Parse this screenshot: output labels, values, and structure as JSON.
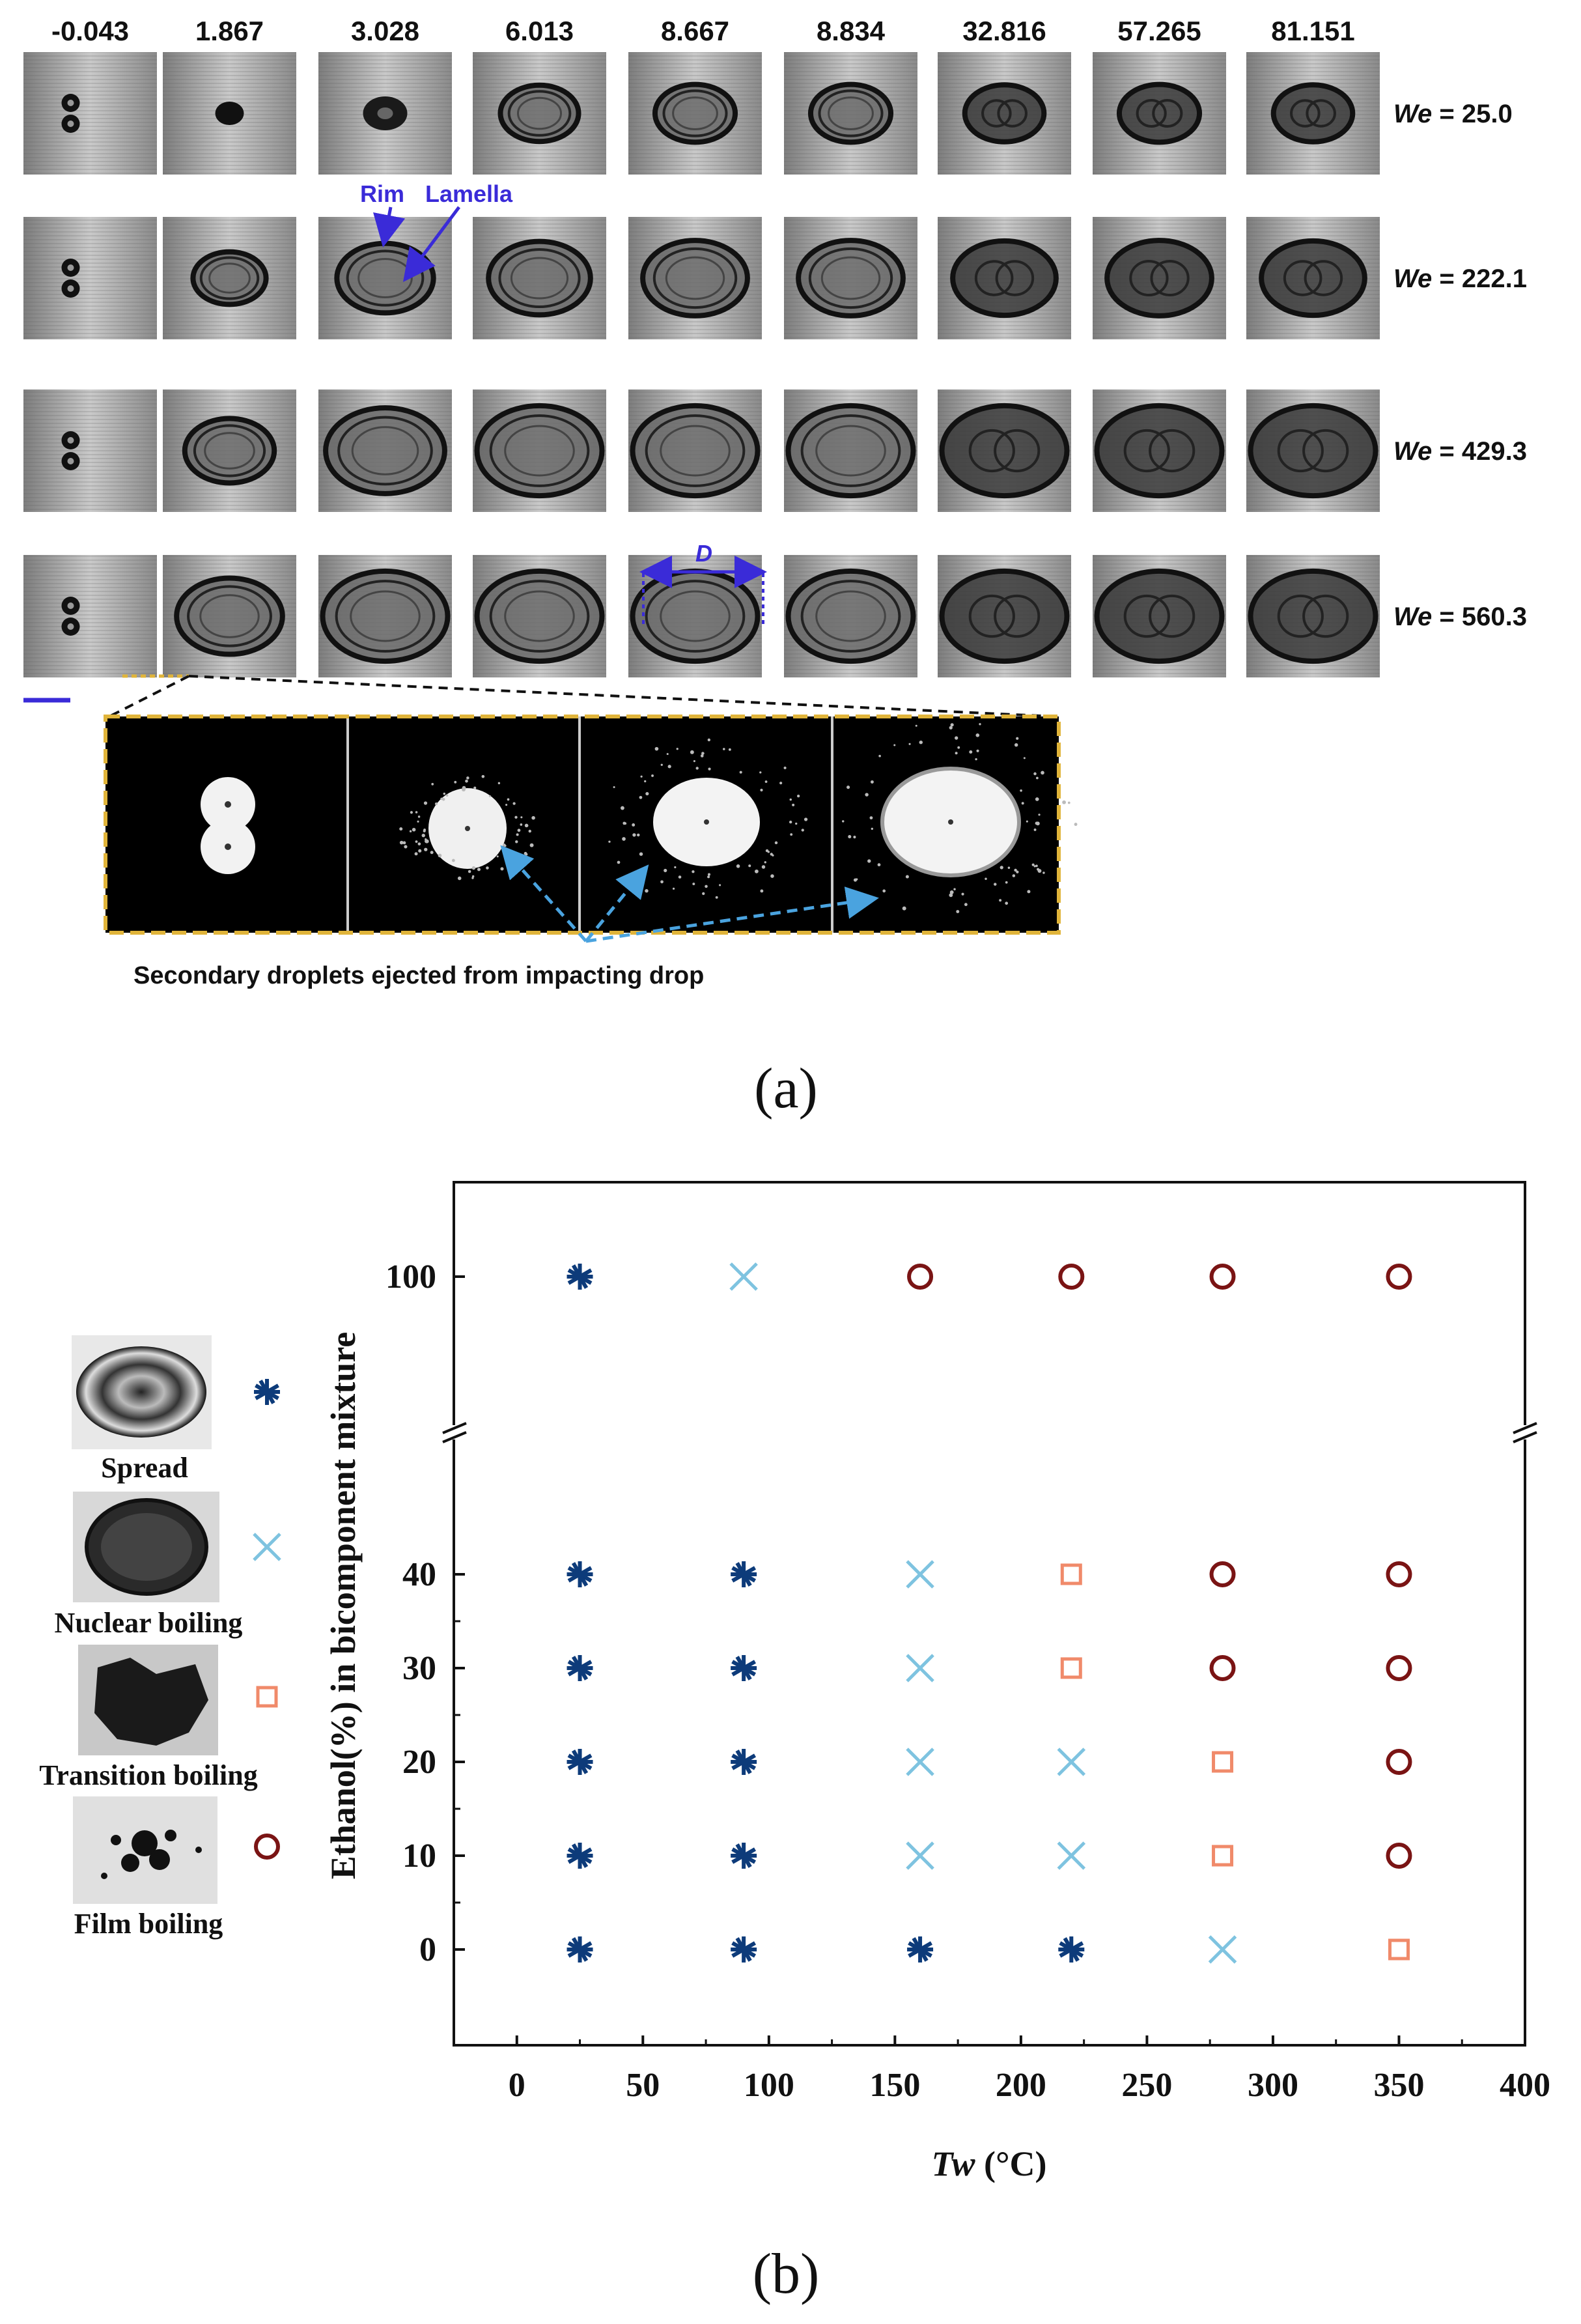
{
  "panel_a": {
    "label": "(a)",
    "time_headers": [
      "-0.043",
      "1.867",
      "3.028",
      "6.013",
      "8.667",
      "8.834",
      "32.816",
      "57.265",
      "81.151"
    ],
    "rows": [
      {
        "we_symbol": "We",
        "we_value": " = 25.0"
      },
      {
        "we_symbol": "We",
        "we_value": " = 222.1"
      },
      {
        "we_symbol": "We",
        "we_value": " = 429.3"
      },
      {
        "we_symbol": "We",
        "we_value": " = 560.3"
      }
    ],
    "annotations": {
      "rim": "Rim",
      "lamella": "Lamella",
      "diameter": "D"
    },
    "inset_caption": "Secondary droplets ejected from impacting drop",
    "colors": {
      "annotation": "#3a2bd8",
      "inset_border": "#e0b43a",
      "arrow": "#4aa3df"
    }
  },
  "chart_data": {
    "type": "scatter",
    "panel_label": "(b)",
    "xlabel_symbol": "Tw",
    "xlabel_unit": " (°C)",
    "ylabel": "Ethanol(%) in bicomponent mixture",
    "xlim": [
      -25,
      400
    ],
    "x_ticks": [
      "0",
      "50",
      "100",
      "150",
      "200",
      "250",
      "300",
      "350",
      "400"
    ],
    "y_ticks": [
      "0",
      "10",
      "20",
      "30",
      "40",
      "100"
    ],
    "y_axis_break": true,
    "legend_placement": "left-outside",
    "legend": [
      {
        "key": "spread",
        "label": "Spread",
        "marker": "asterisk",
        "color": "#0d3b7a"
      },
      {
        "key": "nuclear",
        "label": "Nuclear boiling",
        "marker": "x",
        "color": "#7ec3e0"
      },
      {
        "key": "transition",
        "label": "Transition boiling",
        "marker": "square",
        "color": "#f08a6a"
      },
      {
        "key": "film",
        "label": "Film boiling",
        "marker": "circle",
        "color": "#7a1414"
      }
    ],
    "x_values": [
      25,
      90,
      160,
      220,
      280,
      350
    ],
    "points": [
      {
        "y": 100,
        "regimes": [
          "spread",
          "nuclear",
          "film",
          "film",
          "film",
          "film"
        ]
      },
      {
        "y": 40,
        "regimes": [
          "spread",
          "spread",
          "nuclear",
          "transition",
          "film",
          "film"
        ]
      },
      {
        "y": 30,
        "regimes": [
          "spread",
          "spread",
          "nuclear",
          "transition",
          "film",
          "film"
        ]
      },
      {
        "y": 20,
        "regimes": [
          "spread",
          "spread",
          "nuclear",
          "nuclear",
          "transition",
          "film"
        ]
      },
      {
        "y": 10,
        "regimes": [
          "spread",
          "spread",
          "nuclear",
          "nuclear",
          "transition",
          "film"
        ]
      },
      {
        "y": 0,
        "regimes": [
          "spread",
          "spread",
          "spread",
          "spread",
          "nuclear",
          "transition"
        ]
      }
    ]
  }
}
